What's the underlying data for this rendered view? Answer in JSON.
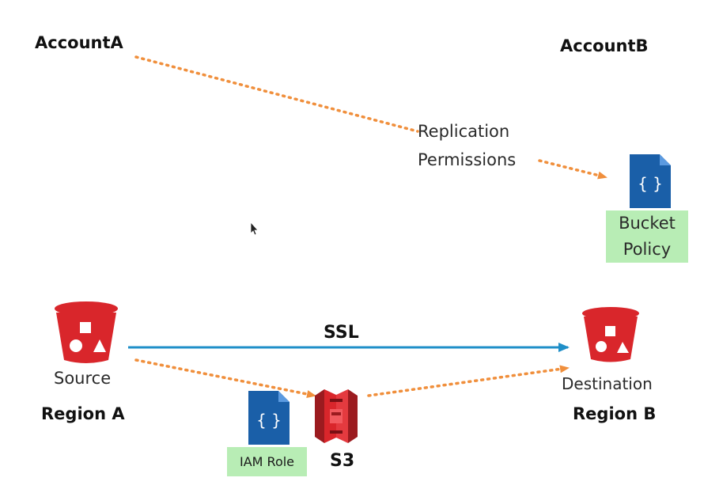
{
  "accounts": {
    "a": "AccountA",
    "b": "AccountB"
  },
  "replication": {
    "line1": "Replication",
    "line2": "Permissions"
  },
  "bucket_policy": {
    "line1": "Bucket",
    "line2": "Policy"
  },
  "source": {
    "label": "Source",
    "region": "Region A"
  },
  "destination": {
    "label": "Destination",
    "region": "Region B"
  },
  "transport": {
    "label": "SSL"
  },
  "iam": {
    "label": "IAM Role"
  },
  "s3": {
    "label": "S3"
  },
  "colors": {
    "bucket_red": "#d9262b",
    "arrow_orange": "#f08f3c",
    "ssl_blue": "#1f8fc8",
    "doc_blue": "#1a5fa8",
    "label_green": "#b8edb5"
  },
  "icons": [
    "bucket-icon",
    "document-icon",
    "s3-icon",
    "cursor-icon"
  ]
}
